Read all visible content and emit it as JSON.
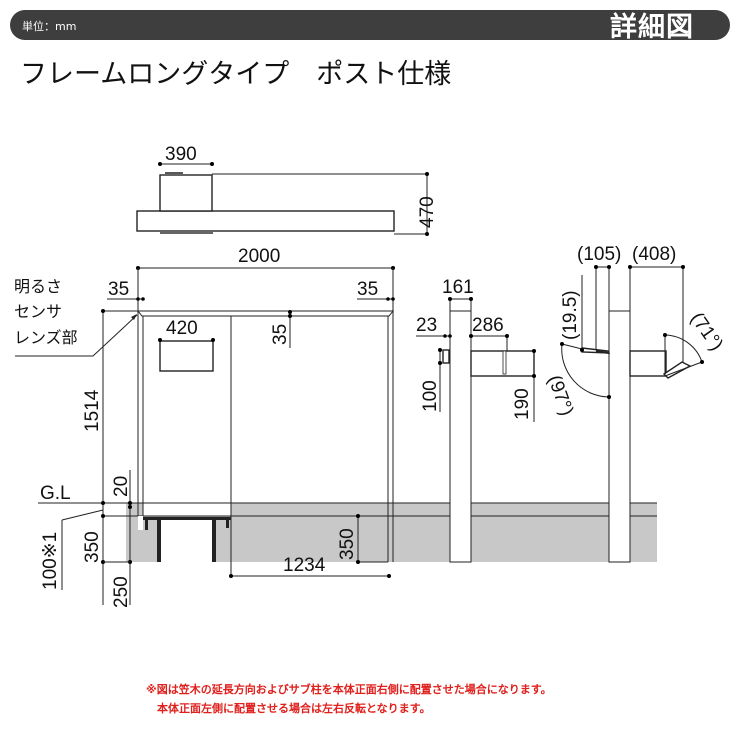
{
  "header": {
    "unit": "単位：mm",
    "badge": "詳細図"
  },
  "title": "フレームロングタイプ　ポスト仕様",
  "plan_view": {
    "width": "390",
    "depth": "470"
  },
  "front_view": {
    "total_width": "2000",
    "left_inset": "35",
    "right_inset": "35",
    "post_box_width": "420",
    "beam_height": "35",
    "height": "1514",
    "base_offset": "20",
    "gl_label": "G.L",
    "embed_depth": "350",
    "footing": "250",
    "note_depth": "100※1",
    "right_embed": "350",
    "span": "1234",
    "sensor_label": [
      "明るさ",
      "センサ",
      "レンズ部"
    ]
  },
  "side_view": {
    "post_width": "161",
    "box_offset": "23",
    "box_depth": "286",
    "box_height_small": "100",
    "box_height": "190"
  },
  "open_view": {
    "left_ext": "(105)",
    "right_ext": "(408)",
    "flap": "(19.5)",
    "left_angle": "(97°)",
    "right_angle": "(71°)"
  },
  "notes": [
    "※図は笠木の延長方向およびサブ柱を本体正面右側に配置させた場合になります。",
    "本体正面左側に配置させる場合は左右反転となります。"
  ],
  "colors": {
    "header": "#3e3e3e",
    "ground": "#c8c8c8",
    "note": "#e0201c"
  }
}
